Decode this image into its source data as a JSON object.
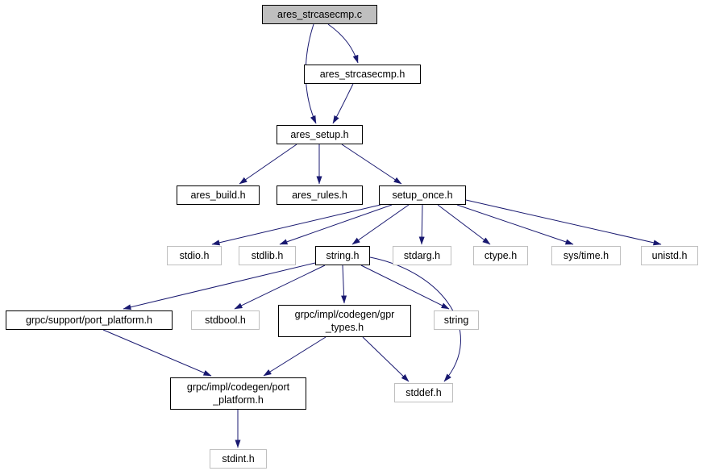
{
  "diagram": {
    "type": "include-dependency-graph",
    "colors": {
      "edge": "#191970",
      "node_fill": "#ffffff",
      "root_fill": "#bfbfbf",
      "linked_border": "#000000",
      "external_border": "#bfbfbf"
    },
    "nodes": [
      {
        "id": "ares_strcasecmp_c",
        "label": "ares_strcasecmp.c",
        "kind": "root"
      },
      {
        "id": "ares_strcasecmp_h",
        "label": "ares_strcasecmp.h",
        "kind": "linked"
      },
      {
        "id": "ares_setup_h",
        "label": "ares_setup.h",
        "kind": "linked"
      },
      {
        "id": "ares_build_h",
        "label": "ares_build.h",
        "kind": "linked"
      },
      {
        "id": "ares_rules_h",
        "label": "ares_rules.h",
        "kind": "linked"
      },
      {
        "id": "setup_once_h",
        "label": "setup_once.h",
        "kind": "linked"
      },
      {
        "id": "stdio_h",
        "label": "stdio.h",
        "kind": "external"
      },
      {
        "id": "stdlib_h",
        "label": "stdlib.h",
        "kind": "external"
      },
      {
        "id": "string_h",
        "label": "string.h",
        "kind": "linked"
      },
      {
        "id": "stdarg_h",
        "label": "stdarg.h",
        "kind": "external"
      },
      {
        "id": "ctype_h",
        "label": "ctype.h",
        "kind": "external"
      },
      {
        "id": "sys_time_h",
        "label": "sys/time.h",
        "kind": "external"
      },
      {
        "id": "unistd_h",
        "label": "unistd.h",
        "kind": "external"
      },
      {
        "id": "grpc_support_port_platform_h",
        "label": "grpc/support/port_platform.h",
        "kind": "linked"
      },
      {
        "id": "stdbool_h",
        "label": "stdbool.h",
        "kind": "external"
      },
      {
        "id": "grpc_impl_codegen_gpr_types_h",
        "label": "grpc/impl/codegen/gpr\n_types.h",
        "kind": "linked"
      },
      {
        "id": "string",
        "label": "string",
        "kind": "external"
      },
      {
        "id": "grpc_impl_codegen_port_platform_h",
        "label": "grpc/impl/codegen/port\n_platform.h",
        "kind": "linked"
      },
      {
        "id": "stddef_h",
        "label": "stddef.h",
        "kind": "external"
      },
      {
        "id": "stdint_h",
        "label": "stdint.h",
        "kind": "external"
      }
    ],
    "edges": [
      {
        "from": "ares_strcasecmp.c",
        "to": "ares_strcasecmp.h"
      },
      {
        "from": "ares_strcasecmp.c",
        "to": "ares_setup.h"
      },
      {
        "from": "ares_strcasecmp.h",
        "to": "ares_setup.h"
      },
      {
        "from": "ares_setup.h",
        "to": "ares_build.h"
      },
      {
        "from": "ares_setup.h",
        "to": "ares_rules.h"
      },
      {
        "from": "ares_setup.h",
        "to": "setup_once.h"
      },
      {
        "from": "setup_once.h",
        "to": "stdio.h"
      },
      {
        "from": "setup_once.h",
        "to": "stdlib.h"
      },
      {
        "from": "setup_once.h",
        "to": "string.h"
      },
      {
        "from": "setup_once.h",
        "to": "stdarg.h"
      },
      {
        "from": "setup_once.h",
        "to": "ctype.h"
      },
      {
        "from": "setup_once.h",
        "to": "sys/time.h"
      },
      {
        "from": "setup_once.h",
        "to": "unistd.h"
      },
      {
        "from": "string.h",
        "to": "grpc/support/port_platform.h"
      },
      {
        "from": "string.h",
        "to": "stdbool.h"
      },
      {
        "from": "string.h",
        "to": "grpc/impl/codegen/gpr_types.h"
      },
      {
        "from": "string.h",
        "to": "string"
      },
      {
        "from": "string.h",
        "to": "stddef.h"
      },
      {
        "from": "grpc/support/port_platform.h",
        "to": "grpc/impl/codegen/port_platform.h"
      },
      {
        "from": "grpc/impl/codegen/gpr_types.h",
        "to": "grpc/impl/codegen/port_platform.h"
      },
      {
        "from": "grpc/impl/codegen/gpr_types.h",
        "to": "stddef.h"
      },
      {
        "from": "grpc/impl/codegen/port_platform.h",
        "to": "stdint.h"
      }
    ]
  }
}
